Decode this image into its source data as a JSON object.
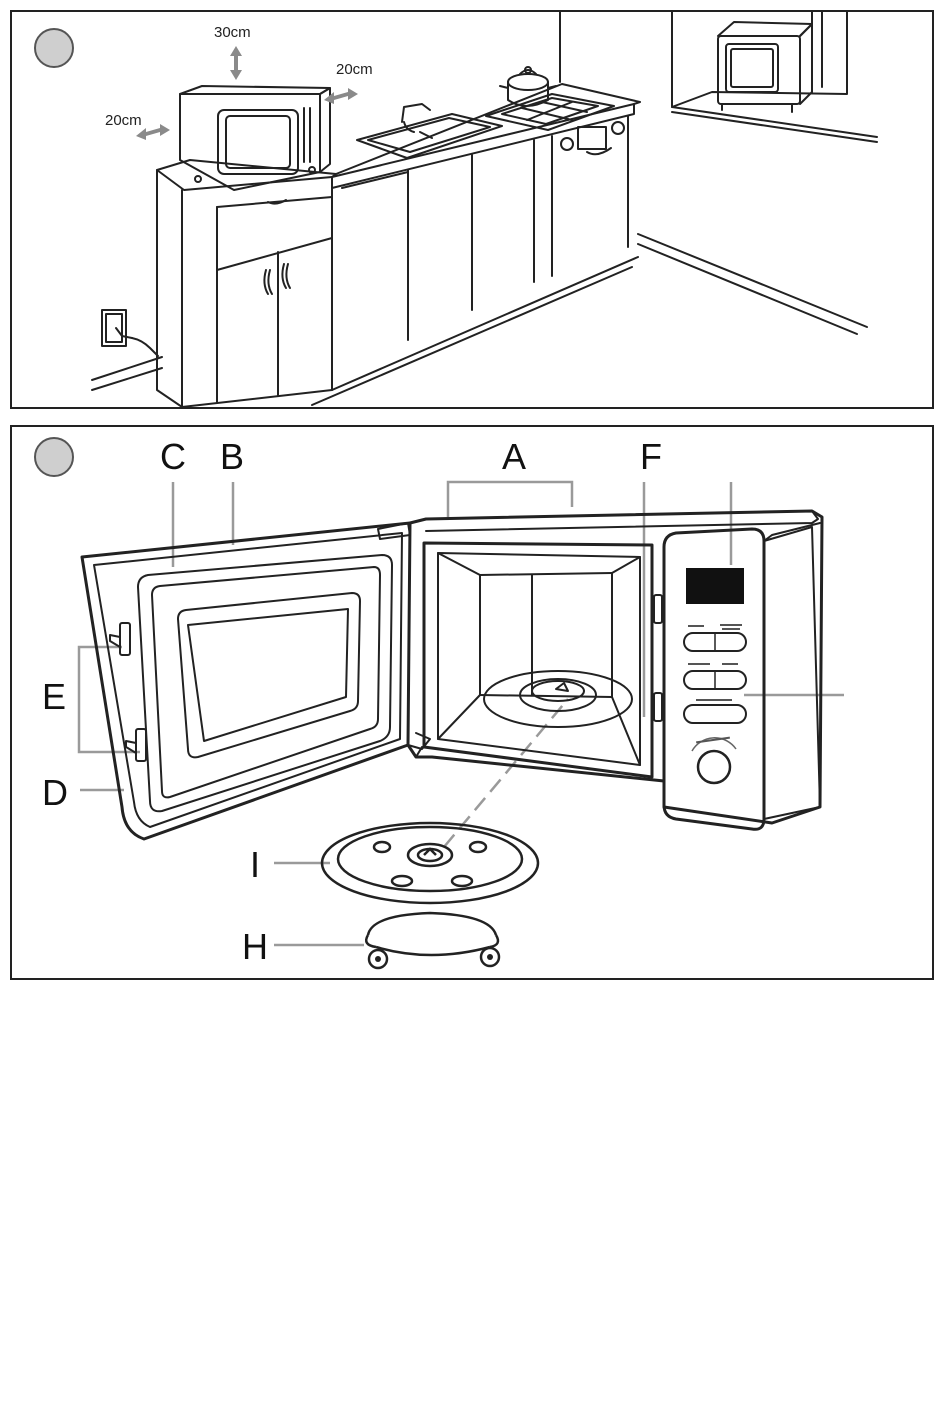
{
  "figure1": {
    "clearances": {
      "top": "30cm",
      "right": "20cm",
      "left": "20cm"
    }
  },
  "figure2": {
    "labels": {
      "A": "A",
      "B": "B",
      "C": "C",
      "D": "D",
      "E": "E",
      "F": "F",
      "H": "H",
      "I": "I"
    }
  },
  "colors": {
    "leader_line": "#9a9a9a",
    "arrow": "#8a8a8a",
    "marker_fill": "#cfcfcf",
    "outline": "#222222"
  }
}
